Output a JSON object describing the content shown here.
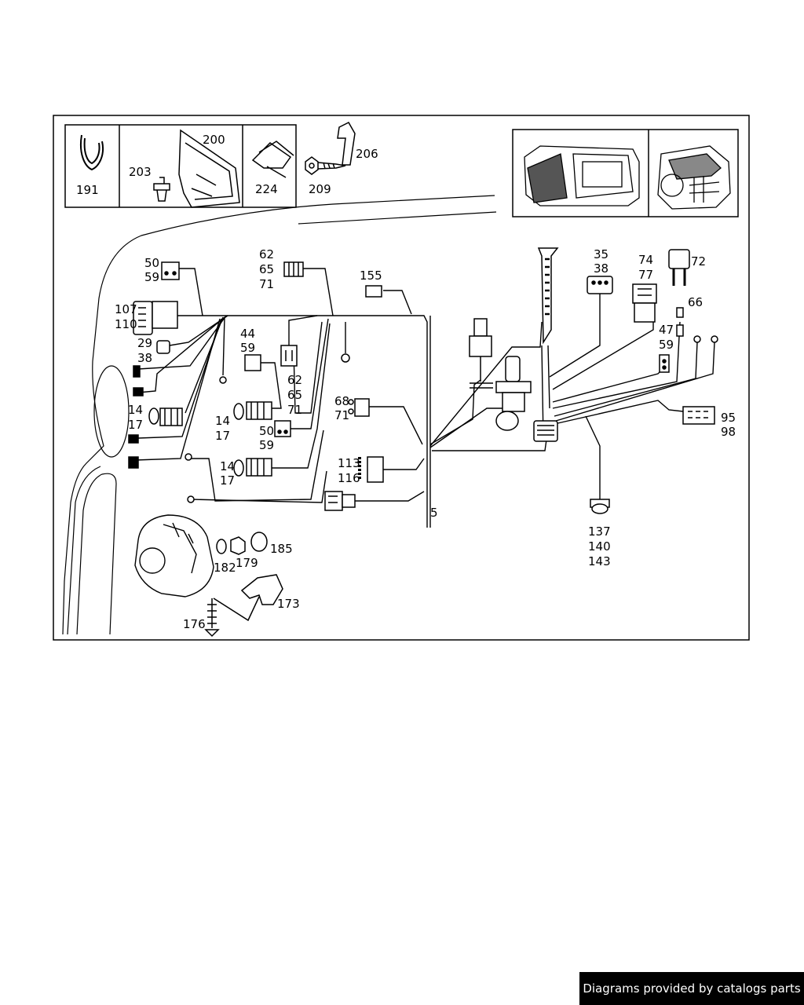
{
  "footer": {
    "credit": "Diagrams provided by catalogs parts"
  },
  "callouts": {
    "n191": "191",
    "n200": "200",
    "n203": "203",
    "n224": "224",
    "n209": "209",
    "n206": "206",
    "n50a": "50",
    "n59a": "59",
    "n62a": "62",
    "n65a": "65",
    "n71a": "71",
    "n155": "155",
    "n107": "107",
    "n110": "110",
    "n29": "29",
    "n38a": "38",
    "n44": "44",
    "n59b": "59",
    "n62b": "62",
    "n65b": "65",
    "n71b": "71",
    "n14a": "14",
    "n17a": "17",
    "n14b": "14",
    "n17b": "17",
    "n50b": "50",
    "n59c": "59",
    "n68": "68",
    "n71c": "71",
    "n14c": "14",
    "n17c": "17",
    "n113": "113",
    "n116": "116",
    "n5": "5",
    "n35": "35",
    "n38b": "38",
    "n74": "74",
    "n77": "77",
    "n72": "72",
    "n66": "66",
    "n47": "47",
    "n59d": "59",
    "n95": "95",
    "n98": "98",
    "n137": "137",
    "n140": "140",
    "n143": "143",
    "n185": "185",
    "n182": "182",
    "n179": "179",
    "n173": "173",
    "n176": "176"
  }
}
